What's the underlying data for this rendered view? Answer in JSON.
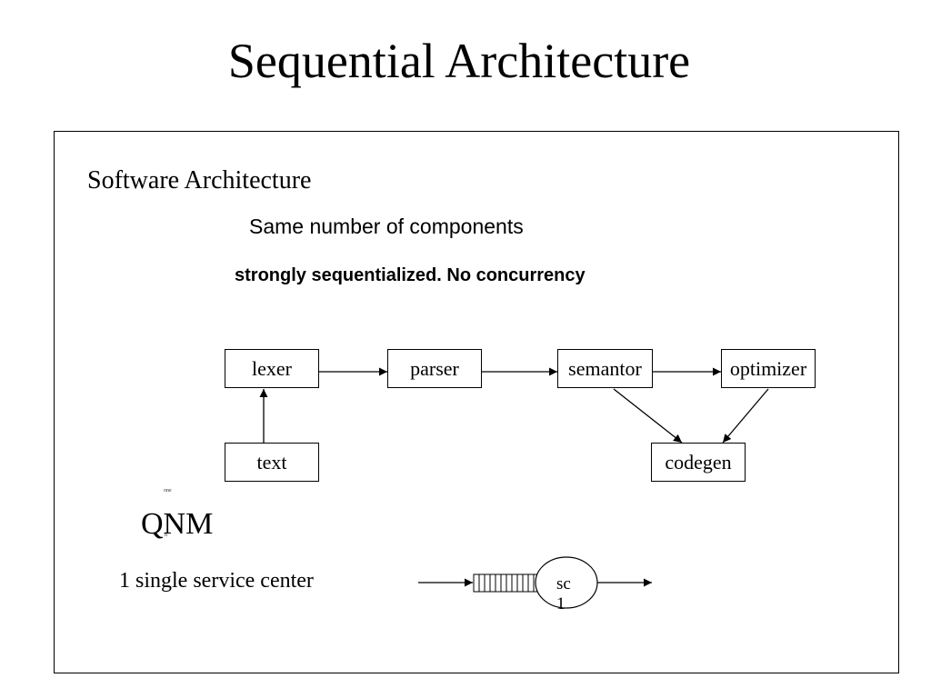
{
  "slide": {
    "title": "Sequential Architecture",
    "subtitle": "Software Architecture",
    "line1": "Same number of components",
    "line2": "strongly sequentialized. No concurrency"
  },
  "diagram": {
    "nodes": {
      "lexer": "lexer",
      "parser": "parser",
      "semantor": "semantor",
      "optimizer": "optimizer",
      "text": "text",
      "codegen": "codegen"
    },
    "edges": [
      {
        "from": "text",
        "to": "lexer"
      },
      {
        "from": "lexer",
        "to": "parser"
      },
      {
        "from": "parser",
        "to": "semantor"
      },
      {
        "from": "semantor",
        "to": "optimizer"
      },
      {
        "from": "semantor",
        "to": "codegen"
      },
      {
        "from": "optimizer",
        "to": "codegen"
      }
    ]
  },
  "qnm": {
    "heading": "QNM",
    "note": "one",
    "note2": "n",
    "description": "1 single service center",
    "service_center_label": "sc 1"
  }
}
